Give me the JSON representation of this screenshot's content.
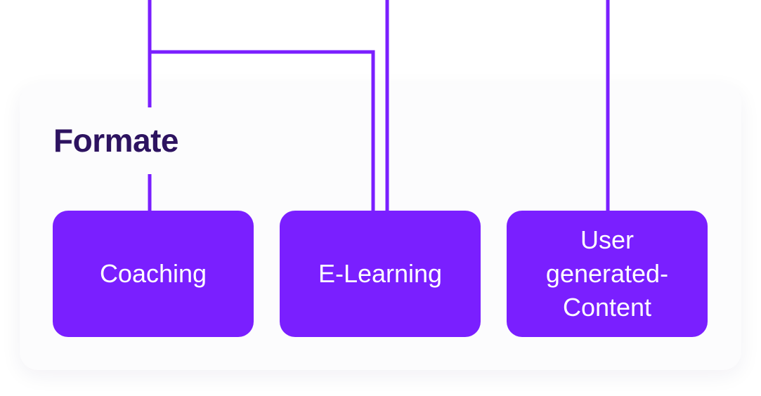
{
  "heading": "Formate",
  "colors": {
    "accent": "#7a1fff",
    "heading": "#2d1360",
    "panel": "#fcfcfd",
    "box_text": "#ffffff"
  },
  "formats": [
    {
      "label": "Coaching"
    },
    {
      "label": "E-Learning"
    },
    {
      "label": "User generated-Content"
    }
  ]
}
